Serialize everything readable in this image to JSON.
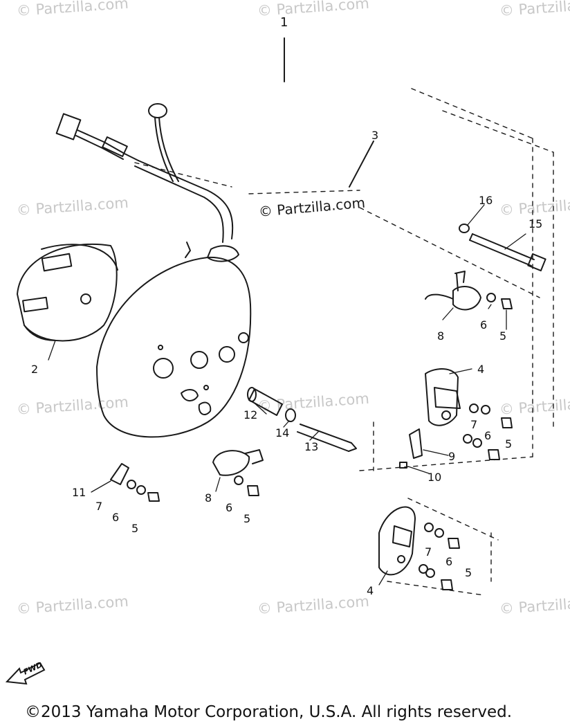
{
  "diagram": {
    "watermarks": [
      "© Partzilla.com",
      "© Partzilla.com",
      "© Partzilla.com",
      "© Partzilla.com",
      "© Partzilla.com",
      "© Partzilla.com",
      "© Partzilla.com",
      "© Partzilla.com",
      "© Partzilla.com",
      "© Partzilla.com",
      "© Partzilla.com"
    ],
    "center_watermark": "© Partzilla.com",
    "callouts": {
      "c1": "1",
      "c2": "2",
      "c3": "3",
      "c4a": "4",
      "c4b": "4",
      "c5a": "5",
      "c5b": "5",
      "c5c": "5",
      "c5d": "5",
      "c5e": "5",
      "c6a": "6",
      "c6b": "6",
      "c6c": "6",
      "c6d": "6",
      "c6e": "6",
      "c7a": "7",
      "c7b": "7",
      "c7c": "7",
      "c8a": "8",
      "c8b": "8",
      "c9": "9",
      "c10": "10",
      "c11": "11",
      "c12": "12",
      "c13": "13",
      "c14": "14",
      "c15": "15",
      "c16": "16"
    },
    "fwd_label": "FWD",
    "copyright": "©2013  Yamaha Motor Corporation, U.S.A. All rights reserved."
  }
}
